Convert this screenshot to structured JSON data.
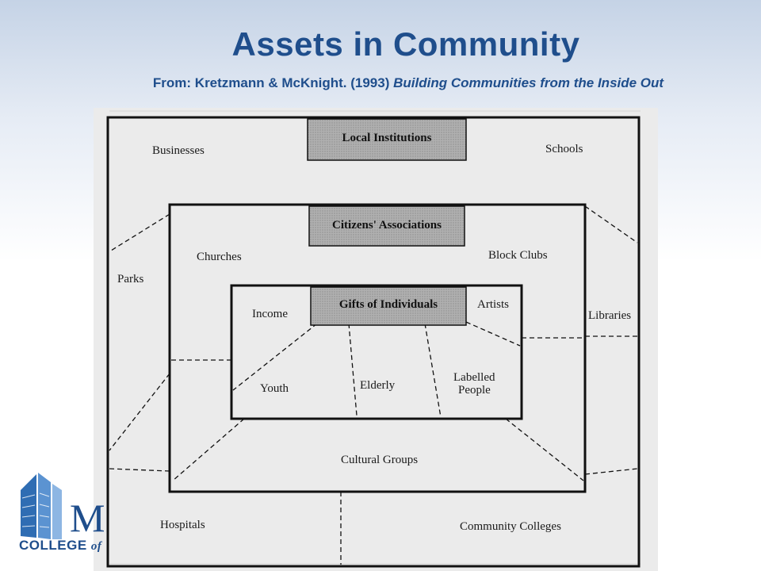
{
  "slide": {
    "title": "Assets in Community",
    "subtitle_prefix": "From:  Kretzmann & McKnight. (1993)",
    "subtitle_book": "Building Communities from the Inside Out"
  },
  "diagram": {
    "headers": {
      "local_institutions": "Local Institutions",
      "citizens_associations": "Citizens' Associations",
      "gifts_of_individuals": "Gifts of Individuals"
    },
    "outer_labels": {
      "businesses": "Businesses",
      "schools": "Schools",
      "parks": "Parks",
      "libraries": "Libraries",
      "hospitals": "Hospitals",
      "community_colleges": "Community Colleges"
    },
    "middle_labels": {
      "churches": "Churches",
      "block_clubs": "Block Clubs",
      "cultural_groups": "Cultural Groups"
    },
    "inner_labels": {
      "income": "Income",
      "artists": "Artists",
      "youth": "Youth",
      "elderly": "Elderly",
      "labelled_line1": "Labelled",
      "labelled_line2": "People"
    }
  },
  "logo": {
    "letter": "M",
    "text": "COLLEGE",
    "suffix": "of"
  },
  "colors": {
    "title": "#1f4e8c",
    "header_box": "#a8a8a8"
  }
}
